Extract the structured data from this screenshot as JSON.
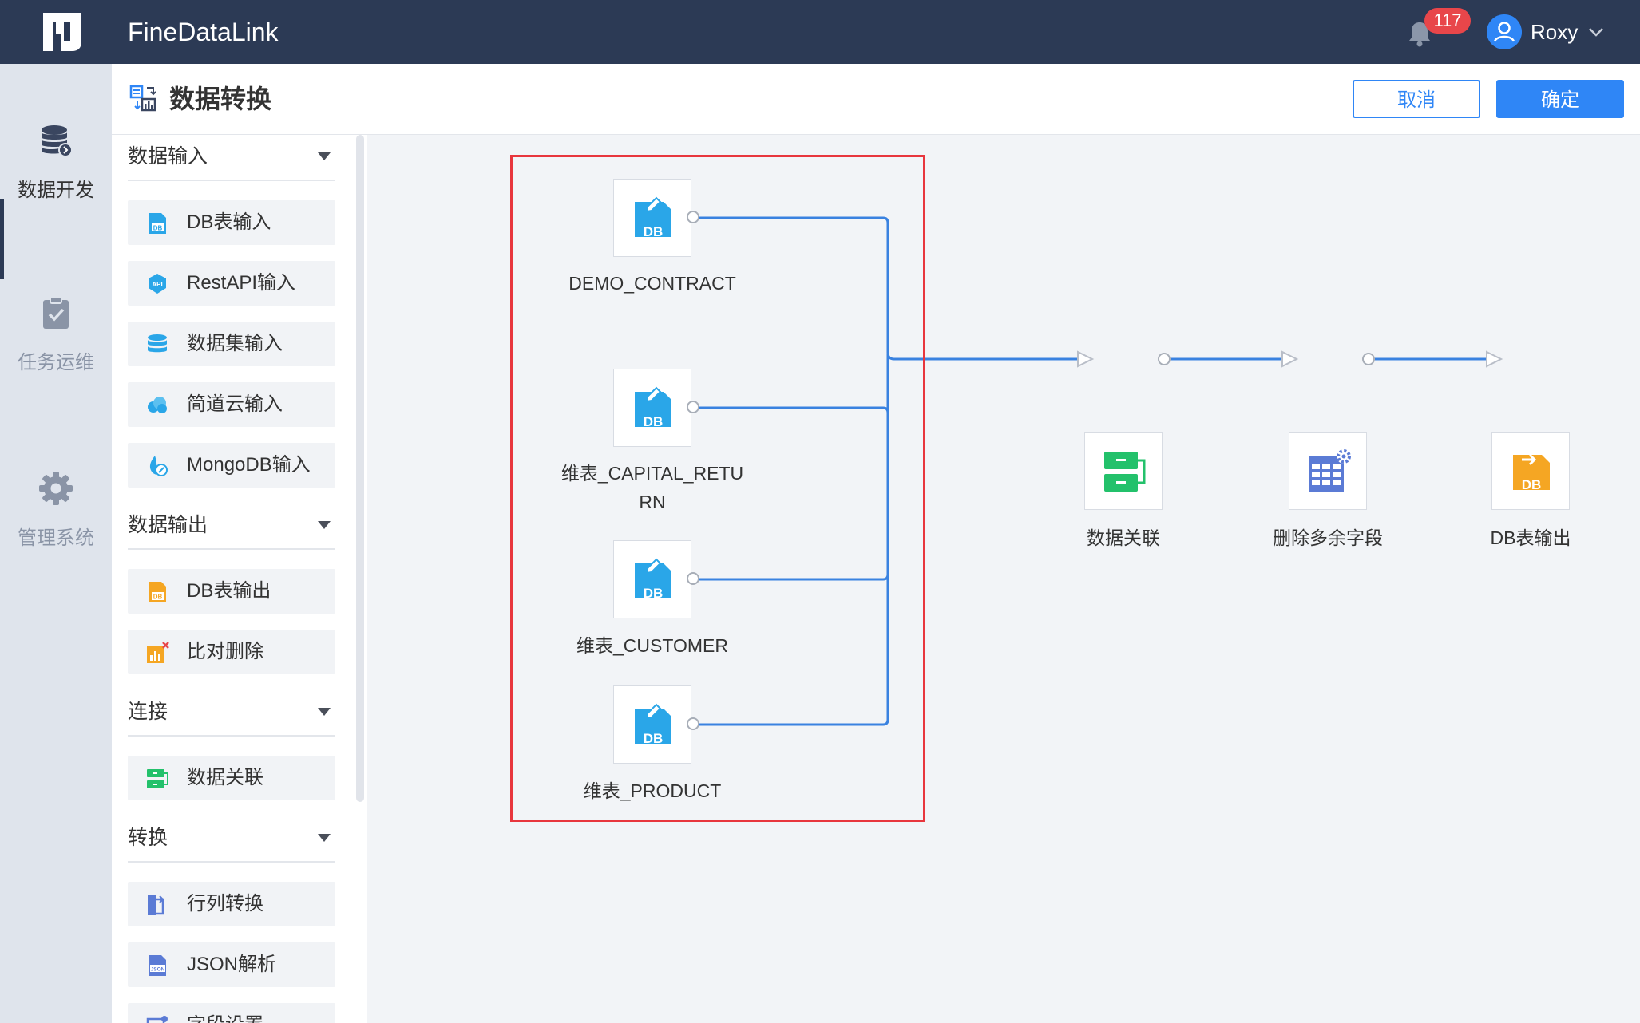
{
  "app": {
    "title": "FineDataLink"
  },
  "topbar": {
    "notification_count": "117",
    "user_name": "Roxy"
  },
  "leftnav": {
    "items": [
      {
        "label": "数据开发",
        "icon": "database-icon",
        "active": true
      },
      {
        "label": "任务运维",
        "icon": "clipboard-check-icon",
        "active": false
      },
      {
        "label": "管理系统",
        "icon": "gear-icon",
        "active": false
      }
    ]
  },
  "header": {
    "title": "数据转换",
    "cancel_label": "取消",
    "ok_label": "确定"
  },
  "panel": {
    "sections": [
      {
        "label": "数据输入",
        "items": [
          "DB表输入",
          "RestAPI输入",
          "数据集输入",
          "简道云输入",
          "MongoDB输入"
        ]
      },
      {
        "label": "数据输出",
        "items": [
          "DB表输出",
          "比对删除"
        ]
      },
      {
        "label": "连接",
        "items": [
          "数据关联"
        ]
      },
      {
        "label": "转换",
        "items": [
          "行列转换",
          "JSON解析",
          "字段设置"
        ]
      }
    ]
  },
  "canvas": {
    "nodes": [
      {
        "label": "DEMO_CONTRACT",
        "icon": "db-input-icon"
      },
      {
        "label": "维表_CAPITAL_RETU\nRN",
        "icon": "db-input-icon"
      },
      {
        "label": "维表_CUSTOMER",
        "icon": "db-input-icon"
      },
      {
        "label": "维表_PRODUCT",
        "icon": "db-input-icon"
      },
      {
        "label": "数据关联",
        "icon": "data-join-icon"
      },
      {
        "label": "删除多余字段",
        "icon": "field-setting-icon"
      },
      {
        "label": "DB表输出",
        "icon": "db-output-icon"
      }
    ],
    "db_badge": "DB"
  },
  "colors": {
    "topbar": "#2c3a55",
    "accent": "#2f86f6",
    "wire": "#3a82e0",
    "selection": "#e8363d",
    "badge": "#e8464a"
  }
}
